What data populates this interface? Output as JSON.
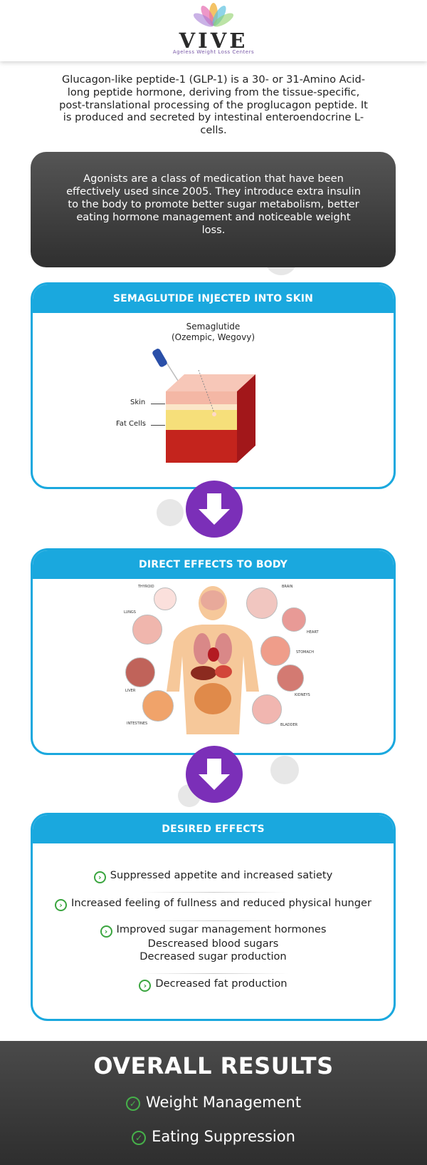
{
  "header": {
    "brand": "VIVE",
    "tagline": "Ageless Weight Loss Centers",
    "logo_icon": "lotus-icon"
  },
  "intro": {
    "text": "Glucagon-like peptide-1 (GLP-1) is a 30- or 31-Amino Acid-long peptide hormone, deriving from the tissue-specific, post-translational processing of the proglucagon peptide. It is produced and secreted by intestinal enteroendocrine L-cells."
  },
  "agonist": {
    "text": "Agonists are a class of medication that have been effectively used since 2005. They introduce extra insulin to the body to promote better sugar metabolism, better eating hormone management and noticeable weight loss."
  },
  "card_injection": {
    "title": "SEMAGLUTIDE INJECTED INTO SKIN",
    "drug_name": "Semaglutide",
    "drug_brands": "(Ozempic, Wegovy)",
    "label_skin": "Skin",
    "label_fat": "Fat Cells"
  },
  "card_body": {
    "title": "DIRECT EFFECTS TO BODY",
    "organs": {
      "thyroid": "THYROID",
      "brain": "BRAIN",
      "lungs": "LUNGS",
      "heart": "HEART",
      "stomach": "STOMACH",
      "liver": "LIVER",
      "kidneys": "KIDNEYS",
      "intestines": "INTESTINES",
      "bladder": "BLADDER"
    }
  },
  "card_effects": {
    "title": "DESIRED EFFECTS",
    "items": [
      {
        "text": "Suppressed appetite and increased satiety"
      },
      {
        "text": "Increased feeling of fullness and reduced physical hunger"
      },
      {
        "text": "Improved sugar management hormones",
        "sub": [
          "Descreased blood sugars",
          "Decreased sugar production"
        ]
      },
      {
        "text": "Decreased fat production"
      }
    ]
  },
  "results": {
    "title": "OVERALL RESULTS",
    "items": [
      "Weight Management",
      "Eating Suppression"
    ]
  },
  "colors": {
    "accent_blue": "#1aa8de",
    "arrow_purple": "#7b2fb8",
    "check_green": "#3aa53f",
    "dark_box": "#3a3a3a"
  }
}
